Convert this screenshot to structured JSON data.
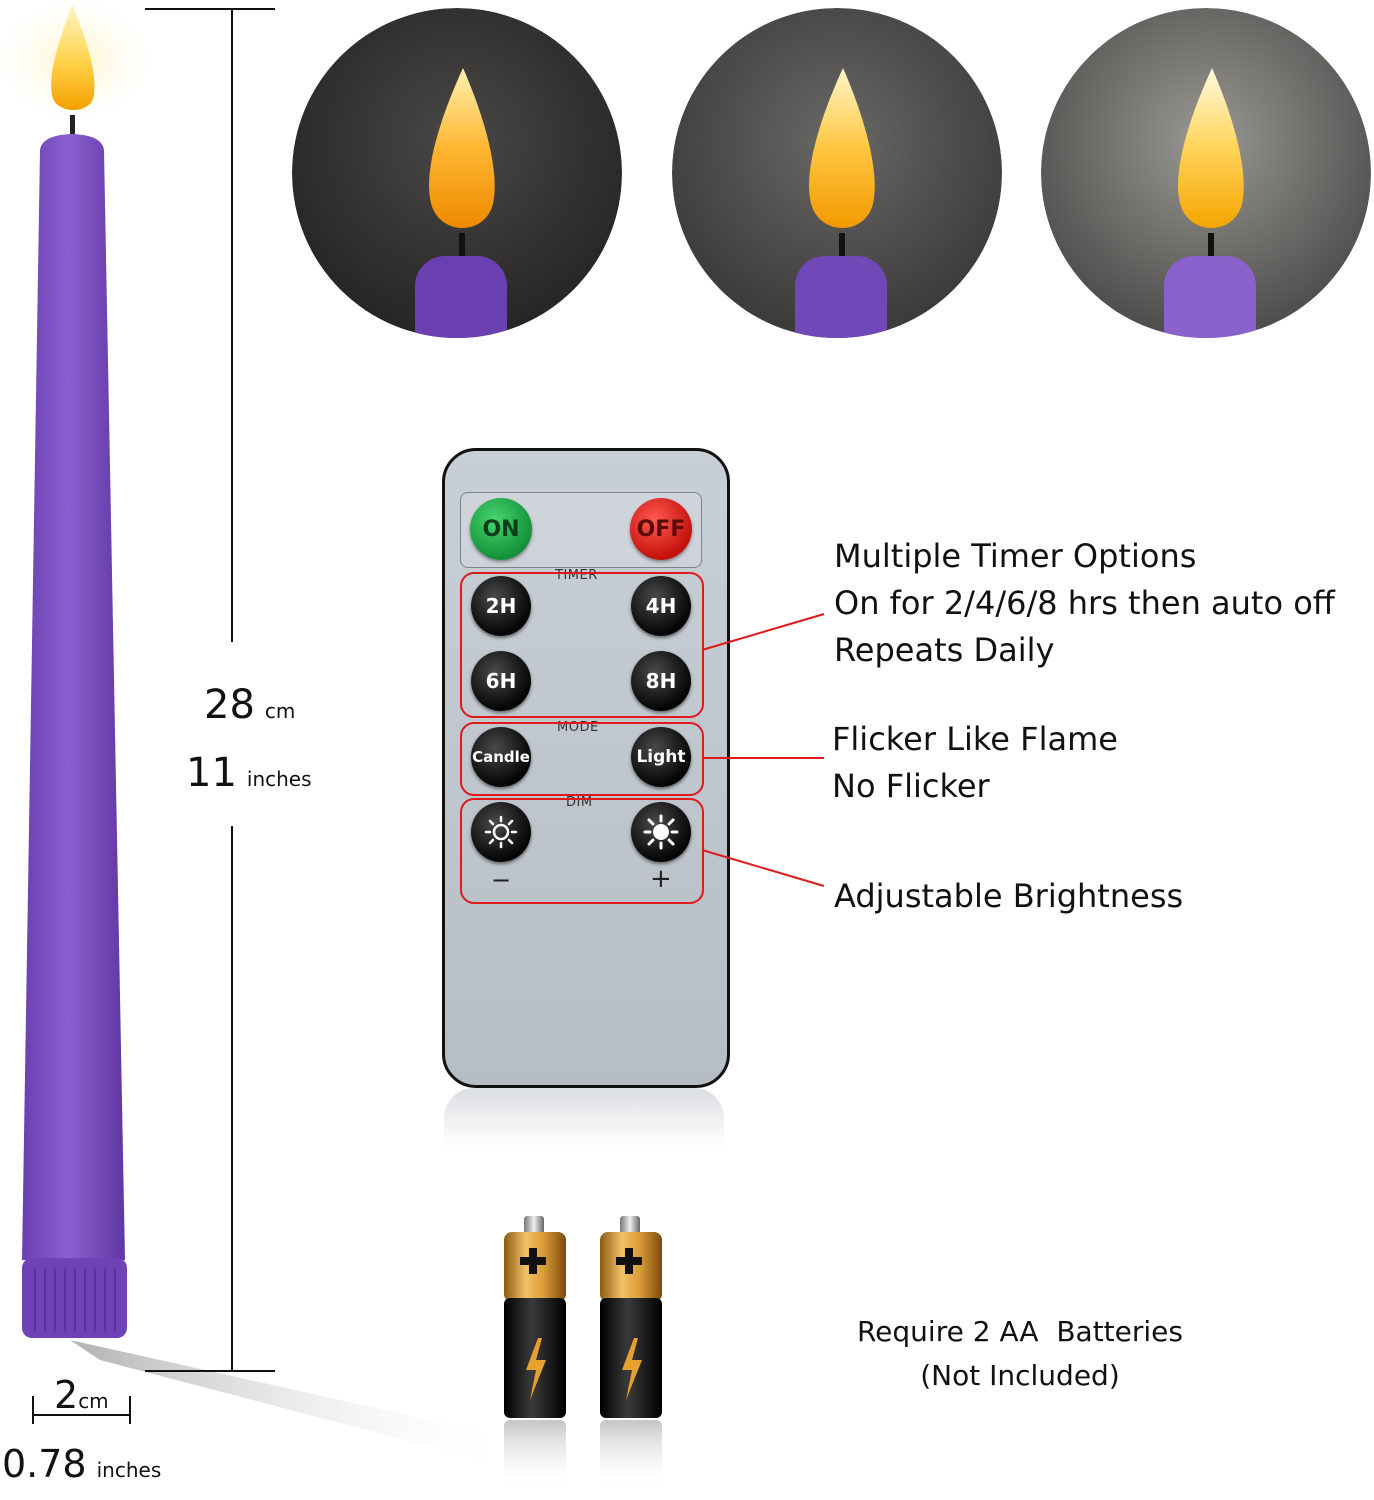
{
  "dimensions": {
    "height_cm": "28",
    "height_cm_unit": "cm",
    "height_in": "11",
    "height_in_unit": "inches",
    "width_cm": "2",
    "width_cm_unit": "cm",
    "width_in": "0.78",
    "width_in_unit": "inches"
  },
  "remote": {
    "on_label": "ON",
    "off_label": "OFF",
    "timer_label": "TIMER",
    "timer_buttons": [
      "2H",
      "4H",
      "6H",
      "8H"
    ],
    "mode_label": "MODE",
    "mode_buttons": [
      "Candle",
      "Light"
    ],
    "dim_label": "DIM",
    "dim_minus": "−",
    "dim_plus": "+"
  },
  "callouts": {
    "timer": [
      "Multiple Timer Options",
      "On for 2/4/6/8 hrs then auto off",
      "Repeats Daily"
    ],
    "mode": [
      "Flicker Like Flame",
      "No Flicker"
    ],
    "dim": [
      "Adjustable Brightness"
    ]
  },
  "batteries": {
    "line1": "Require 2 AA  Batteries",
    "line2": "(Not Included)"
  },
  "colors": {
    "candle_purple": "#7b4fc0",
    "callout_red": "#e01a1a",
    "on_green": "#1fa84a",
    "off_red": "#e0201c"
  }
}
